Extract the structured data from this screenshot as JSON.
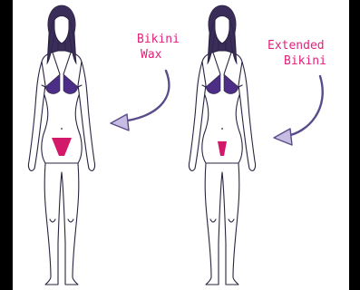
{
  "labels": {
    "left_line1": "Bikini",
    "left_line2": "Wax",
    "right_line1": "Extended",
    "right_line2": "Bikini"
  },
  "colors": {
    "background": "#000000",
    "panel": "#ffffff",
    "wax_area": "#d31a6a",
    "bikini_top": "#4d2e86",
    "hair": "#3a2d5a",
    "label_text": "#e0217b",
    "arrow": "#5a4c8a"
  }
}
